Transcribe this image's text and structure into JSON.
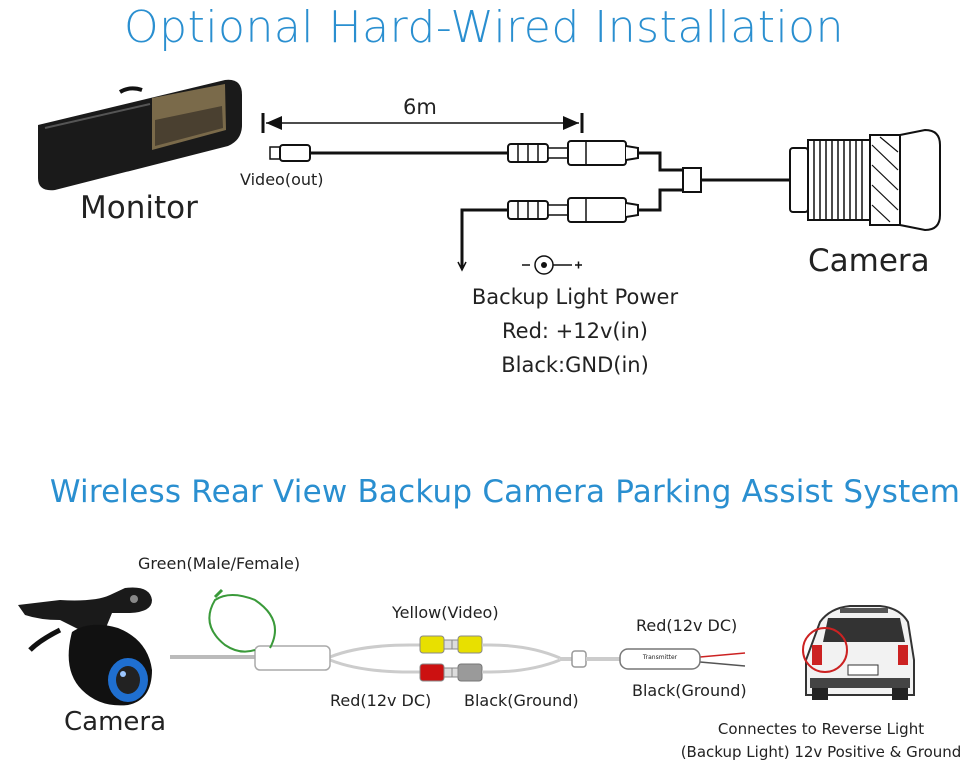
{
  "top": {
    "title": "Optional Hard-Wired Installation",
    "monitor_label": "Monitor",
    "camera_label": "Camera",
    "distance_label": "6m",
    "video_out_label": "Video(out)",
    "power_title": "Backup Light Power",
    "power_red": "Red: +12v(in)",
    "power_black": "Black:GND(in)",
    "polarity_minus": "-",
    "polarity_plus": "+"
  },
  "bottom": {
    "title": "Wireless Rear View Backup Camera Parking Assist System",
    "green_label": "Green(Male/Female)",
    "yellow_label": "Yellow(Video)",
    "red_label": "Red(12v DC)",
    "black_label": "Black(Ground)",
    "transmitter_text": "Transmitter",
    "tx_red_label": "Red(12v DC)",
    "tx_black_label": "Black(Ground)",
    "camera_label": "Camera",
    "note_line1": "Connectes to Reverse Light",
    "note_line2": "(Backup Light) 12v Positive & Ground"
  },
  "colors": {
    "title_blue": "#2a8fd0",
    "wire_green": "#3a9a3a",
    "plug_yellow": "#e8e000",
    "plug_red": "#cc1111",
    "plug_gray": "#9a9a9a",
    "lens_blue": "#1f6fd0"
  }
}
